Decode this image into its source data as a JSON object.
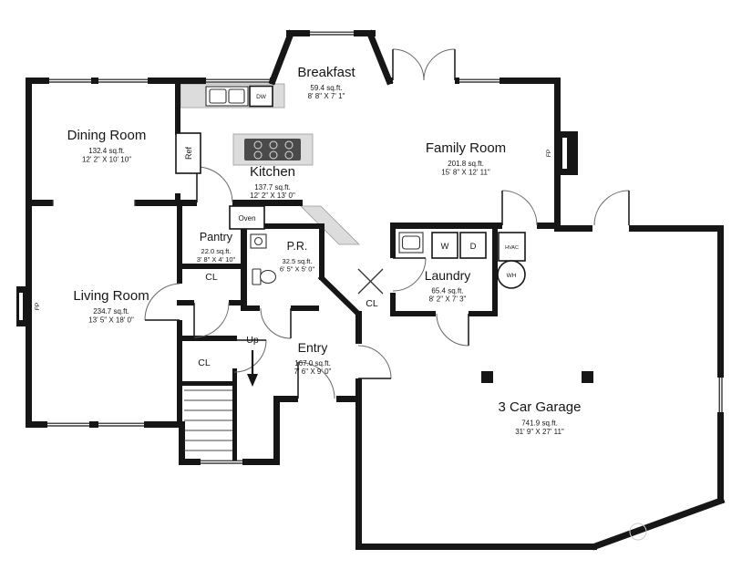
{
  "colors": {
    "wall": "#161616",
    "counter": "#dcdcdc",
    "background": "#ffffff"
  },
  "rooms": {
    "dining": {
      "name": "Dining Room",
      "area": "132.4 sq.ft.",
      "dims": "12' 2\" X 10' 10\""
    },
    "breakfast": {
      "name": "Breakfast",
      "area": "59.4 sq.ft.",
      "dims": "8' 8\" X 7' 1\""
    },
    "family": {
      "name": "Family Room",
      "area": "201.8 sq.ft.",
      "dims": "15' 8\" X 12' 11\""
    },
    "kitchen": {
      "name": "Kitchen",
      "area": "137.7 sq.ft.",
      "dims": "12' 2\" X 13' 0\""
    },
    "pantry": {
      "name": "Pantry",
      "area": "22.0 sq.ft.",
      "dims": "3' 8\" X 4' 10\""
    },
    "powder_room": {
      "name": "P.R.",
      "area": "32.5 sq.ft.",
      "dims": "6' 5\" X 5' 0\""
    },
    "living": {
      "name": "Living Room",
      "area": "234.7 sq.ft.",
      "dims": "13' 5\" X 18' 0\""
    },
    "laundry": {
      "name": "Laundry",
      "area": "65.4 sq.ft.",
      "dims": "8' 2\" X 7' 3\""
    },
    "entry": {
      "name": "Entry",
      "area": "167.0 sq.ft.",
      "dims": "7' 6\" X 9' 0\""
    },
    "garage": {
      "name": "3 Car Garage",
      "area": "741.9 sq.ft.",
      "dims": "31' 9\" X 27' 11\""
    }
  },
  "labels": {
    "closet": "CL",
    "up": "Up",
    "refrigerator": "Ref",
    "dishwasher": "DW",
    "oven": "Oven",
    "washer": "W",
    "dryer": "D",
    "hvac": "HVAC",
    "water_heater": "WH",
    "fireplace": "FP"
  }
}
